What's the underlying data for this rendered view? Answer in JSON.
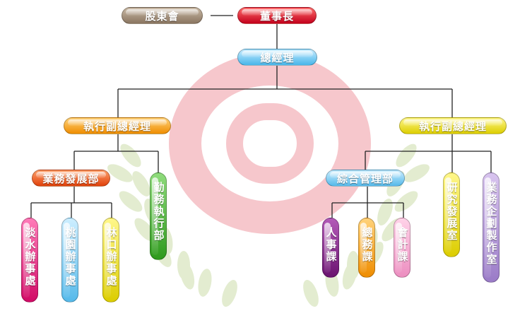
{
  "colors": {
    "line": "#222222",
    "watermark_ring": "#f6c7cc",
    "watermark_leaves": "#e3ecd0"
  },
  "org": {
    "shareholders": "股東會",
    "chairman": "董事長",
    "president": "總經理",
    "evp_left": "執行副總經理",
    "evp_right": "執行副總經理",
    "business_dept": "業務發展部",
    "service_dept": "勤務執行部",
    "admin_dept": "綜合管理部",
    "research_office": "研究發展室",
    "planning_office": "業務企劃製作室",
    "offices": {
      "danshui": "淡水辦事處",
      "taoyuan": "桃園辦事處",
      "linkou": "林口辦事處"
    },
    "sections": {
      "hr": "人事課",
      "general": "總務課",
      "accounting": "會計課"
    }
  }
}
